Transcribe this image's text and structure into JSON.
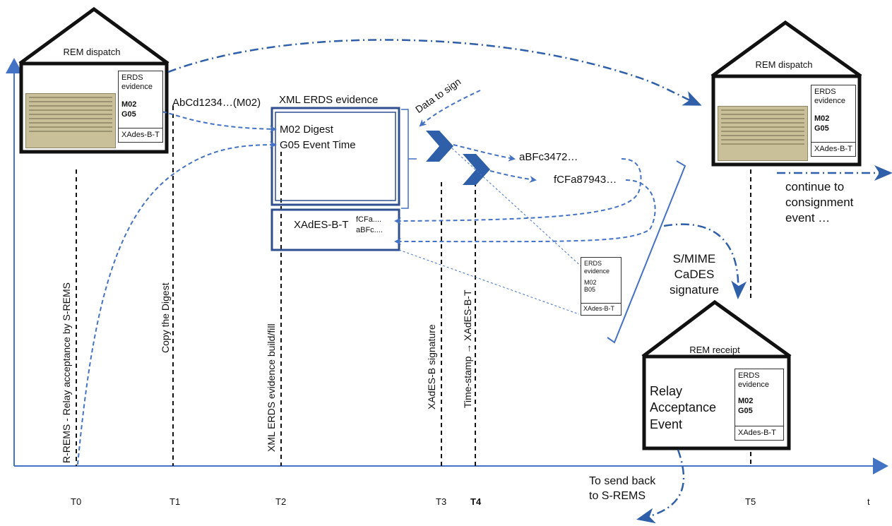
{
  "houses": {
    "dispatch_left": {
      "title": "REM dispatch",
      "evidence": [
        "ERDS",
        "evidence",
        "M02",
        "G05"
      ],
      "signature": "XAdes-B-T"
    },
    "dispatch_right": {
      "title": "REM dispatch",
      "evidence": [
        "ERDS",
        "evidence",
        "M02",
        "G05"
      ],
      "signature": "XAdes-B-T"
    },
    "receipt": {
      "title": "REM receipt",
      "body": [
        "Relay",
        "Acceptance",
        "Event"
      ],
      "evidence": [
        "ERDS",
        "evidence",
        "M02",
        "G05"
      ],
      "signature": "XAdes-B-T"
    }
  },
  "xml_box": {
    "title": "XML ERDS evidence",
    "line1": "M02 Digest",
    "line2": "G05 Event Time"
  },
  "xades_box": {
    "label": "XAdES-B-T",
    "hash1": "fCFa....",
    "hash2": "aBFc...."
  },
  "labels": {
    "digest_copy": "AbCd1234…(M02)",
    "data_to_sign": "Data to sign",
    "hash_a": "aBFc3472…",
    "hash_f": "fCFa87943…",
    "continue": [
      "continue to",
      "consignment",
      "event …"
    ],
    "smime": [
      "S/MIME",
      "CaDES",
      "signature"
    ],
    "send_back": [
      "To send back",
      "to S-REMS"
    ]
  },
  "small_evidence": {
    "lines": [
      "ERDS",
      "evidence",
      "M02",
      "B05"
    ],
    "signature": "XAdes-B-T"
  },
  "vertical_labels": {
    "t0": "R-REMS - Relay acceptance by S-REMS",
    "t1": "Copy the Digest",
    "t2": "XML ERDS evidence build/fill",
    "t3": "XAdES-B signature",
    "t4": "Time-stamp → XAdES-B-T"
  },
  "ticks": [
    "T0",
    "T1",
    "T2",
    "T3",
    "T4",
    "T5",
    "t"
  ],
  "colors": {
    "arrow": "#4472c4",
    "box": "#2f4f8f",
    "chevron": "#2e5fa8"
  }
}
